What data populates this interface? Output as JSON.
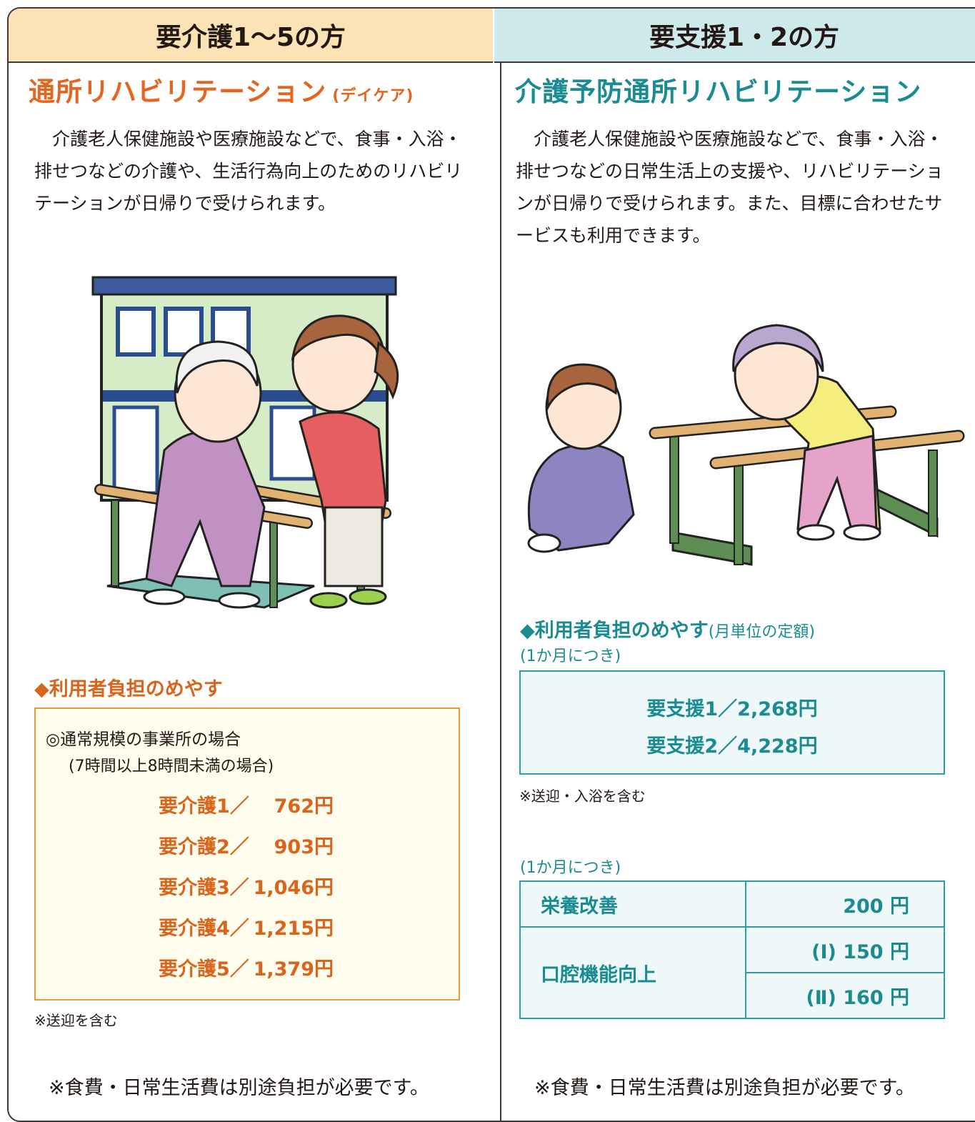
{
  "left": {
    "header": "要介護1〜5の方",
    "title": "通所リハビリテーション",
    "title_sub": "(デイケア)",
    "description": "　介護老人保健施設や医療施設などで、食事・入浴・排せつなどの介護や、生活行為向上のためのリハビリテーションが日帰りで受けられます。",
    "section_title": "◆利用者負担のめやす",
    "condition": "◎通常規模の事業所の場合",
    "condition_detail": "(7時間以上8時間未満の場合)",
    "fees": [
      {
        "label": "要介護1／",
        "value": "762円"
      },
      {
        "label": "要介護2／",
        "value": "903円"
      },
      {
        "label": "要介護3／",
        "value": "1,046円"
      },
      {
        "label": "要介護4／",
        "value": "1,215円"
      },
      {
        "label": "要介護5／",
        "value": "1,379円"
      }
    ],
    "note": "※送迎を含む",
    "footer": "※食費・日常生活費は別途負担が必要です。"
  },
  "right": {
    "header": "要支援1・2の方",
    "title": "介護予防通所リハビリテーション",
    "description": "　介護老人保健施設や医療施設などで、食事・入浴・排せつなどの日常生活上の支援や、リハビリテーションが日帰りで受けられます。また、目標に合わせたサービスも利用できます。",
    "section_title": "◆利用者負担のめやす",
    "section_sub": "(月単位の定額)",
    "per_month": "(1か月につき)",
    "fees": [
      "要支援1／2,268円",
      "要支援2／4,228円"
    ],
    "note": "※送迎・入浴を含む",
    "per_month2": "(1か月につき)",
    "extras": {
      "nutrition_label": "栄養改善",
      "nutrition_value": "200 円",
      "oral_label": "口腔機能向上",
      "oral_value_1": "(Ⅰ) 150 円",
      "oral_value_2": "(Ⅱ) 160 円"
    },
    "footer": "※食費・日常生活費は別途負担が必要です。"
  },
  "colors": {
    "left_header_bg": "#fbe3b6",
    "right_header_bg": "#cde9ea",
    "orange": "#e4651f",
    "teal": "#1a8c91"
  }
}
